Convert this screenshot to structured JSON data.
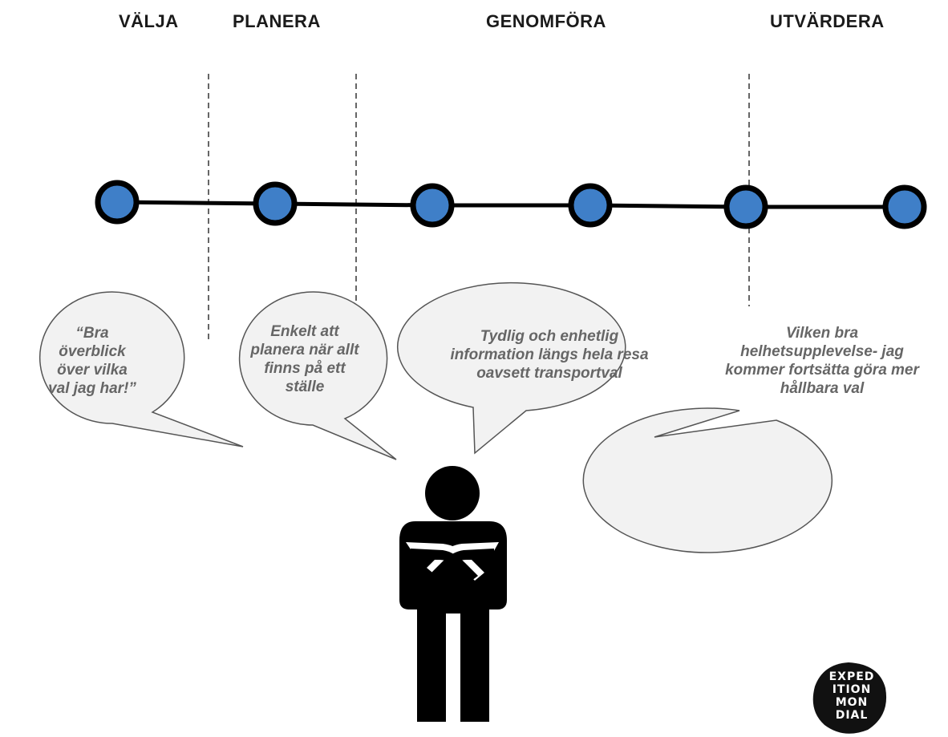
{
  "phases": [
    "VÄLJA",
    "PLANERA",
    "GENOMFÖRA",
    "UTVÄRDERA"
  ],
  "quotes": [
    "“Bra överblick över vilka val jag har!”",
    "Enkelt att planera när allt finns på ett ställe",
    "Tydlig och enhetlig information längs hela resa oavsett transportval",
    "Vilken bra helhetsupplevelse- jag kommer fortsätta göra mer hållbara val"
  ],
  "logo": {
    "text": "EXPED ITION MON DIAL"
  },
  "colors": {
    "node_fill": "#3f7fc8",
    "node_stroke": "#000000",
    "bubble_fill": "#f2f2f2",
    "bubble_stroke": "#555555",
    "text": "#666666"
  }
}
